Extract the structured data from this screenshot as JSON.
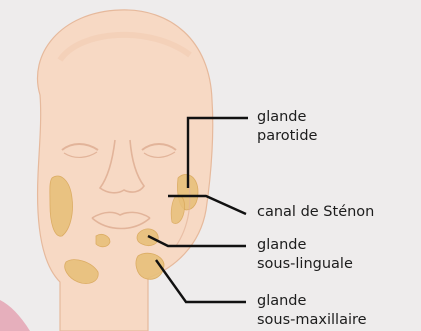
{
  "labels": {
    "parotid": {
      "line1": "glande",
      "line2": "parotide"
    },
    "stenon": {
      "line1": "canal de Sténon"
    },
    "sublingual": {
      "line1": "glande",
      "line2": "sous-linguale"
    },
    "submandibular": {
      "line1": "glande",
      "line2": "sous-maxillaire"
    }
  },
  "colors": {
    "background": "#eeecec",
    "skin": "#f7d9c4",
    "skin_outline": "#e6b99c",
    "gland": "#e8c07a",
    "gland_stroke": "#d9a85a",
    "leader_line": "#111111",
    "accent_pink": "#e4a0b0"
  }
}
